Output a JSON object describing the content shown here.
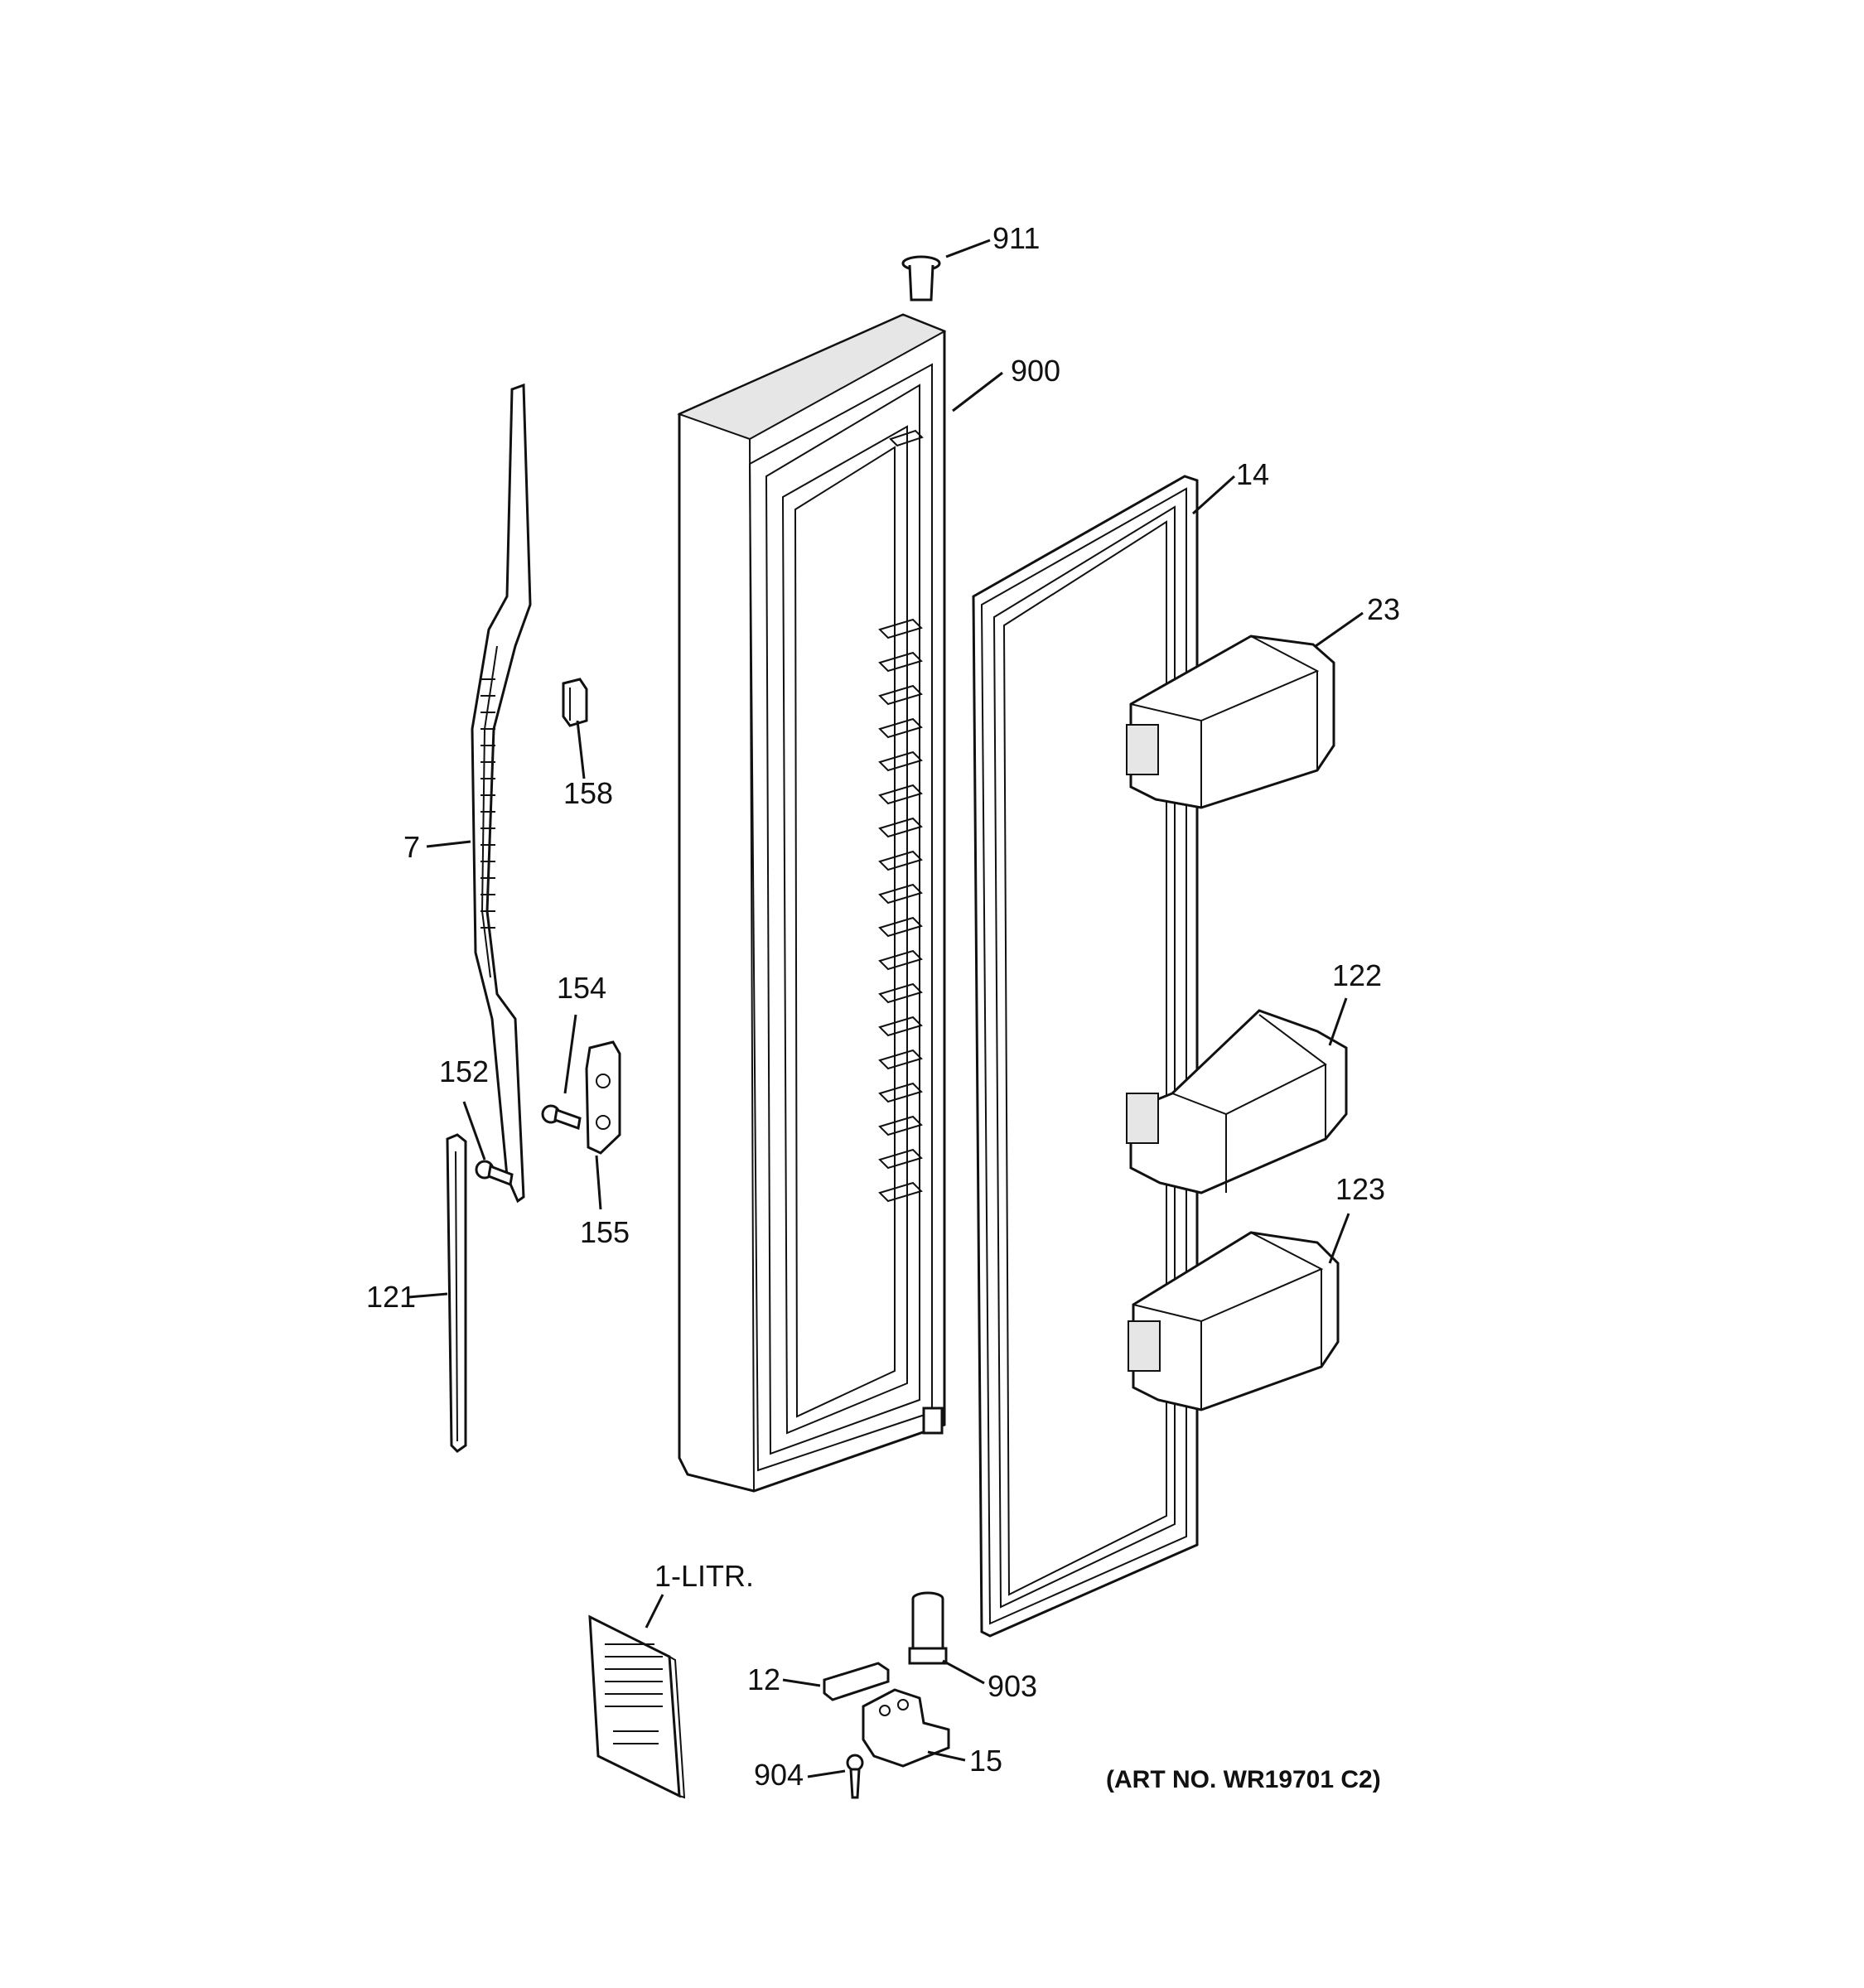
{
  "diagram": {
    "labels": {
      "p911": "911",
      "p900": "900",
      "p14": "14",
      "p23": "23",
      "p158": "158",
      "p7": "7",
      "p154": "154",
      "p152": "152",
      "p155": "155",
      "p121": "121",
      "p122": "122",
      "p123": "123",
      "p1litr": "1-LITR.",
      "p12": "12",
      "p903": "903",
      "p904": "904",
      "p15": "15"
    },
    "art_number": "(ART NO. WR19701 C2)"
  }
}
